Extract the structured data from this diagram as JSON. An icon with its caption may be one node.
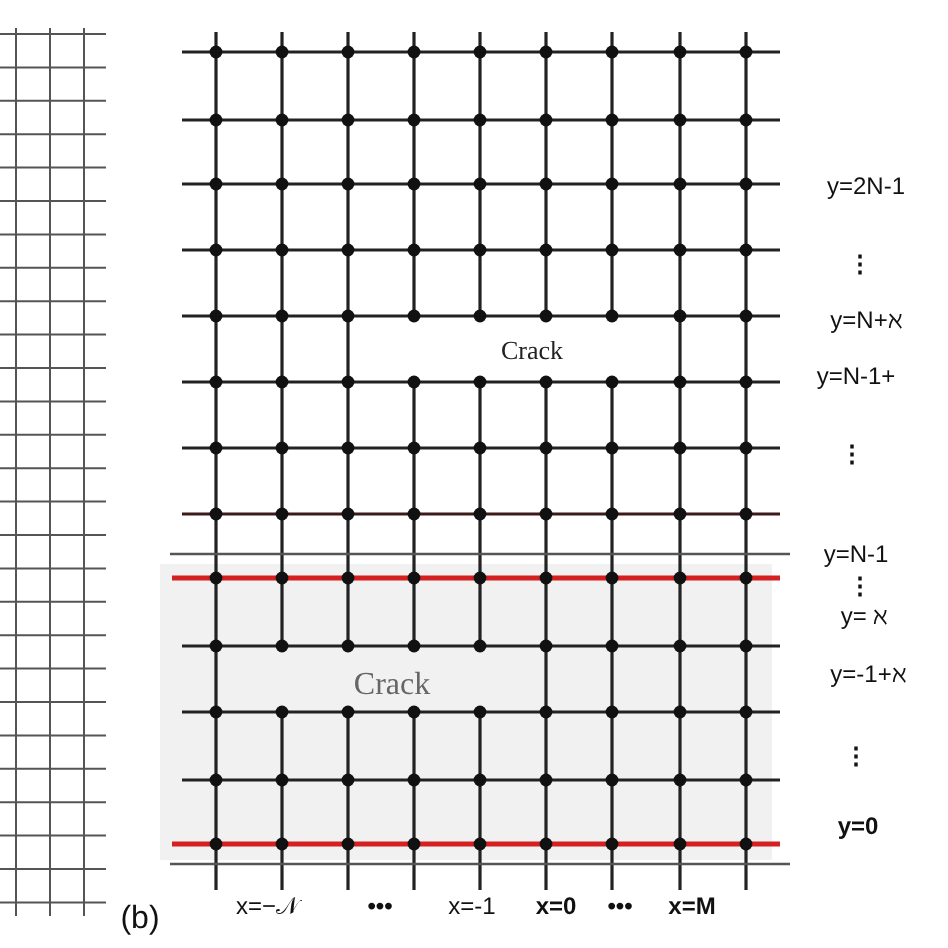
{
  "diagram": {
    "labels": [
      "y=2N-1",
      "⋮",
      "y=N+ℵ",
      "Crack",
      "y=N-1+",
      "⋮",
      "y=N-1",
      "⋮",
      "y= ℵ",
      "Crack",
      "y=-1+ℵ",
      "⋮",
      "y=0",
      "(b)",
      "x=−𝒩",
      "•••",
      "x=-1",
      "x=0",
      "•••",
      "x=M"
    ]
  }
}
